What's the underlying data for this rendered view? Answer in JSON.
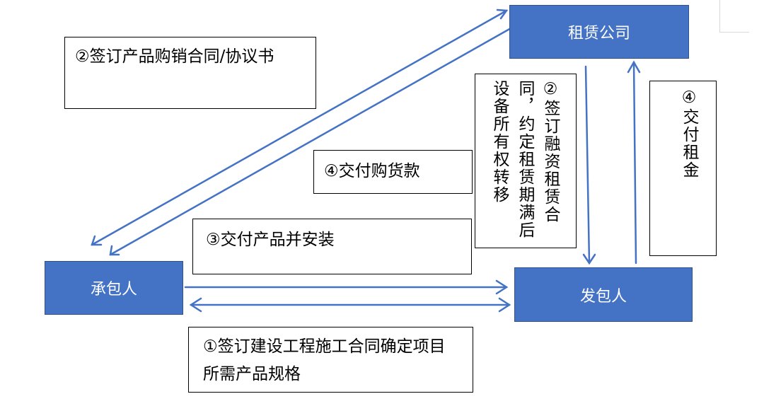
{
  "nodes": {
    "leasing_company": "租赁公司",
    "contractor": "承包人",
    "employer": "发包人"
  },
  "notes": {
    "purchase_contract": "②签订产品购销合同/协议书",
    "pay_purchase": "④交付购货款",
    "deliver_install": "③交付产品并安装",
    "construction_contract": "①签订建设工程施工合同确定项目所需产品规格",
    "finance_lease_col1": "②签订融资租赁合",
    "finance_lease_col2": "同，约定租赁期满后",
    "finance_lease_col3": "设备所有权转移",
    "pay_rent": "④交付租金"
  },
  "colors": {
    "node_fill": "#4472c4",
    "arrow": "#4472c4"
  }
}
